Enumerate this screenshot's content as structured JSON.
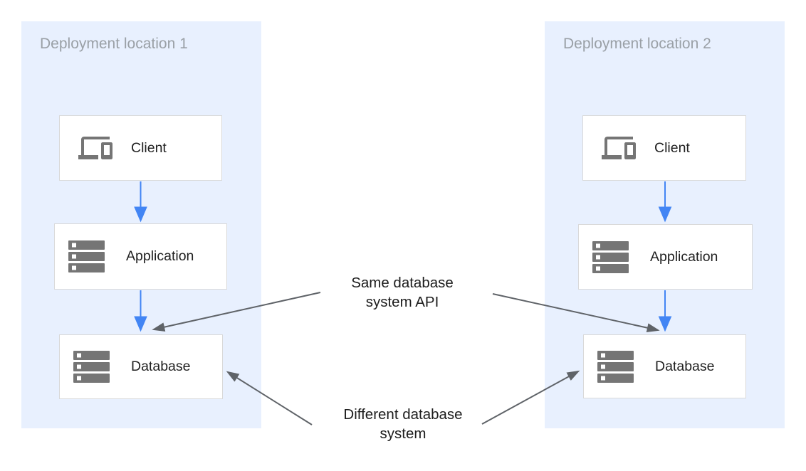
{
  "panels": [
    {
      "title": "Deployment location 1",
      "nodes": [
        {
          "label": "Client",
          "icon": "devices-icon"
        },
        {
          "label": "Application",
          "icon": "server-stack-icon"
        },
        {
          "label": "Database",
          "icon": "server-stack-icon"
        }
      ]
    },
    {
      "title": "Deployment location 2",
      "nodes": [
        {
          "label": "Client",
          "icon": "devices-icon"
        },
        {
          "label": "Application",
          "icon": "server-stack-icon"
        },
        {
          "label": "Database",
          "icon": "server-stack-icon"
        }
      ]
    }
  ],
  "annotations": [
    {
      "line1": "Same database",
      "line2": "system API"
    },
    {
      "line1": "Different database",
      "line2": "system"
    }
  ],
  "colors": {
    "panel_background": "#e8f0fe",
    "panel_title": "#9aa0a6",
    "node_background": "#ffffff",
    "node_border": "#d9d9d9",
    "node_label": "#212121",
    "icon_gray": "#757575",
    "flow_arrow_blue": "#4285f4",
    "annotation_arrow_gray": "#5f6368",
    "annotation_text": "#1c1c1c"
  }
}
